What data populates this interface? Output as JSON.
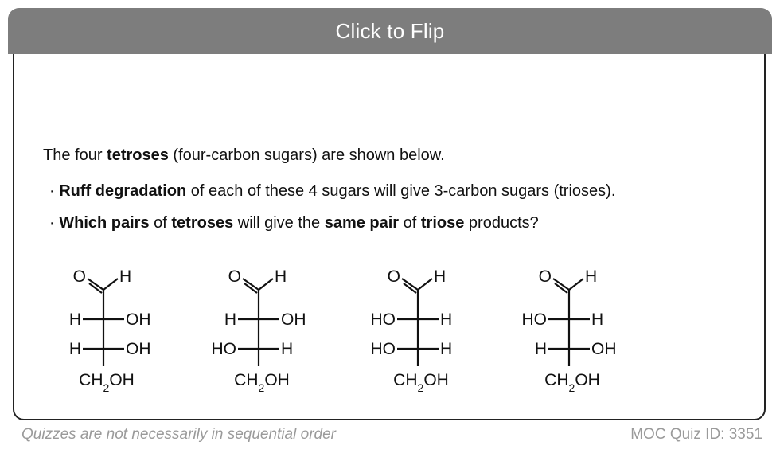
{
  "flip_label": "Click to Flip",
  "intro": {
    "pre": "The four ",
    "bold": "tetroses",
    "post": " (four-carbon sugars) are shown below."
  },
  "bullet1": {
    "dot": "·",
    "bold": "Ruff degradation",
    "post": " of each of these 4 sugars will give 3-carbon sugars (trioses)."
  },
  "bullet2": {
    "dot": "·",
    "b1": "Which pairs",
    "t1": " of ",
    "b2": "tetroses",
    "t2": " will give the ",
    "b3": "same pair",
    "t3": " of ",
    "b4": "triose",
    "t4": " products?"
  },
  "molecules": [
    {
      "top_o": "O",
      "top_h": "H",
      "row1_left": "H",
      "row1_right": "OH",
      "row2_left": "H",
      "row2_right": "OH",
      "bottom": "CH2OH"
    },
    {
      "top_o": "O",
      "top_h": "H",
      "row1_left": "H",
      "row1_right": "OH",
      "row2_left": "HO",
      "row2_right": "H",
      "bottom": "CH2OH"
    },
    {
      "top_o": "O",
      "top_h": "H",
      "row1_left": "HO",
      "row1_right": "H",
      "row2_left": "HO",
      "row2_right": "H",
      "bottom": "CH2OH"
    },
    {
      "top_o": "O",
      "top_h": "H",
      "row1_left": "HO",
      "row1_right": "H",
      "row2_left": "H",
      "row2_right": "OH",
      "bottom": "CH2OH"
    }
  ],
  "footer": {
    "note": "Quizzes are not necessarily in sequential order",
    "quiz_id": "MOC Quiz ID: 3351"
  }
}
